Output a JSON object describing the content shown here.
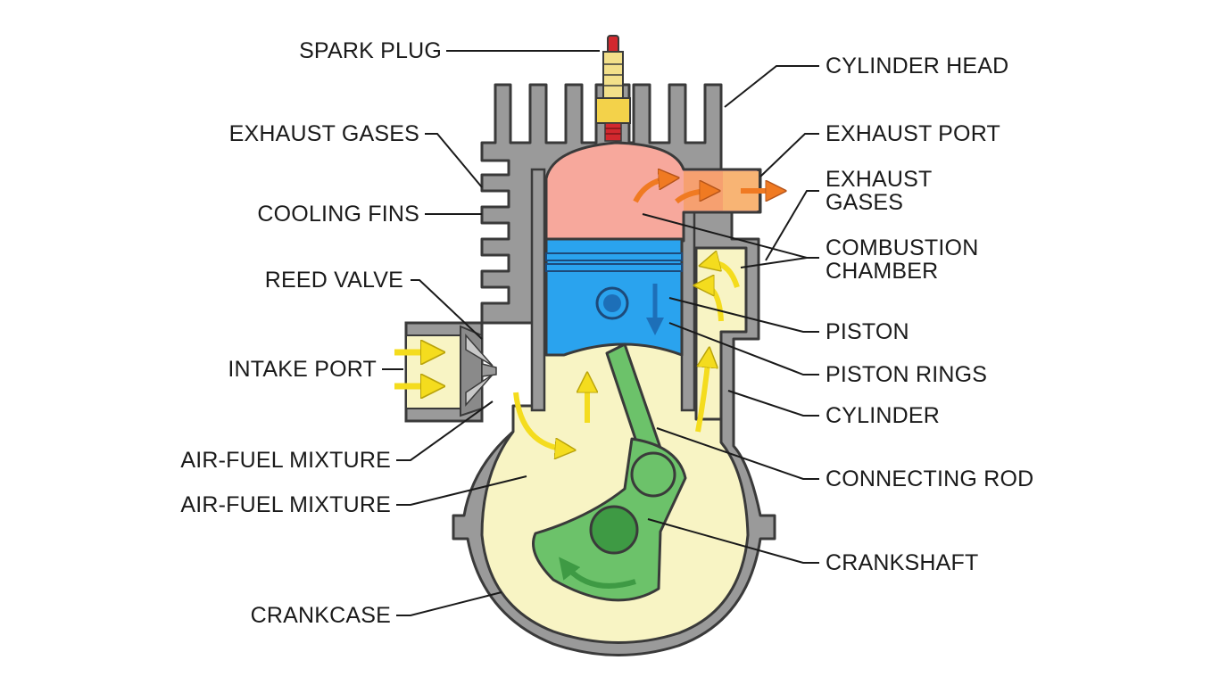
{
  "labels": {
    "spark_plug": "SPARK PLUG",
    "cylinder_head": "CYLINDER HEAD",
    "exhaust_gases_left": "EXHAUST GASES",
    "exhaust_port": "EXHAUST PORT",
    "exhaust_gases_right_1": "EXHAUST",
    "exhaust_gases_right_2": "GASES",
    "cooling_fins": "COOLING FINS",
    "combustion_chamber_1": "COMBUSTION",
    "combustion_chamber_2": "CHAMBER",
    "reed_valve": "REED VALVE",
    "piston": "PISTON",
    "intake_port": "INTAKE PORT",
    "piston_rings": "PISTON RINGS",
    "cylinder": "CYLINDER",
    "air_fuel_mixture_1": "AIR-FUEL MIXTURE",
    "connecting_rod": "CONNECTING ROD",
    "air_fuel_mixture_2": "AIR-FUEL MIXTURE",
    "crankshaft": "CRANKSHAFT",
    "crankcase": "CRANKCASE"
  },
  "colors": {
    "casing": "#9a9a9a",
    "outline": "#3a3a3a",
    "combustion": "#f7a89c",
    "piston": "#2aa3ee",
    "piston_dark": "#1d6fb8",
    "mixture": "#f8f4c4",
    "crank": "#6cc26a",
    "crank_dark": "#3e9a44",
    "arrow_yellow": "#f4dc1e",
    "arrow_orange": "#f07a22",
    "spark_yellow": "#f3d24a",
    "spark_red": "#d2282e"
  }
}
